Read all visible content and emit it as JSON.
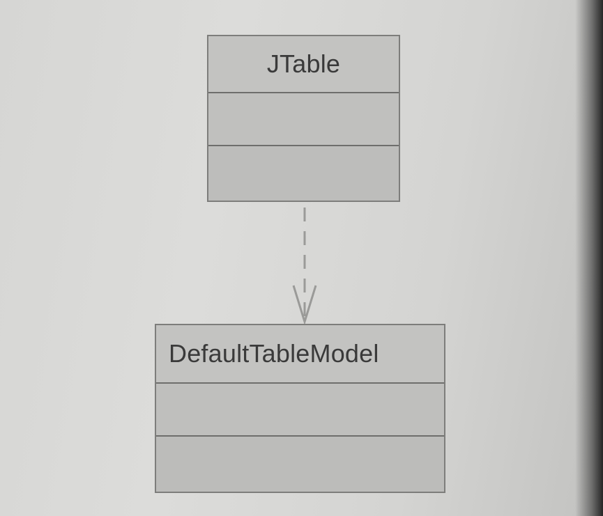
{
  "diagram": {
    "classes": [
      {
        "id": "jtable",
        "name": "JTable",
        "attributes": [],
        "operations": []
      },
      {
        "id": "defaulttablemodel",
        "name": "DefaultTableModel",
        "attributes": [],
        "operations": []
      }
    ],
    "relationships": [
      {
        "type": "dependency",
        "from": "jtable",
        "to": "defaulttablemodel",
        "line_style": "dashed",
        "arrowhead": "open"
      }
    ]
  },
  "colors": {
    "background": "#d8d8d6",
    "class_fill": "#c2c2c0",
    "class_border": "#7d7d7b",
    "text": "#3a3a3a",
    "dependency_line": "#9a9a98"
  }
}
